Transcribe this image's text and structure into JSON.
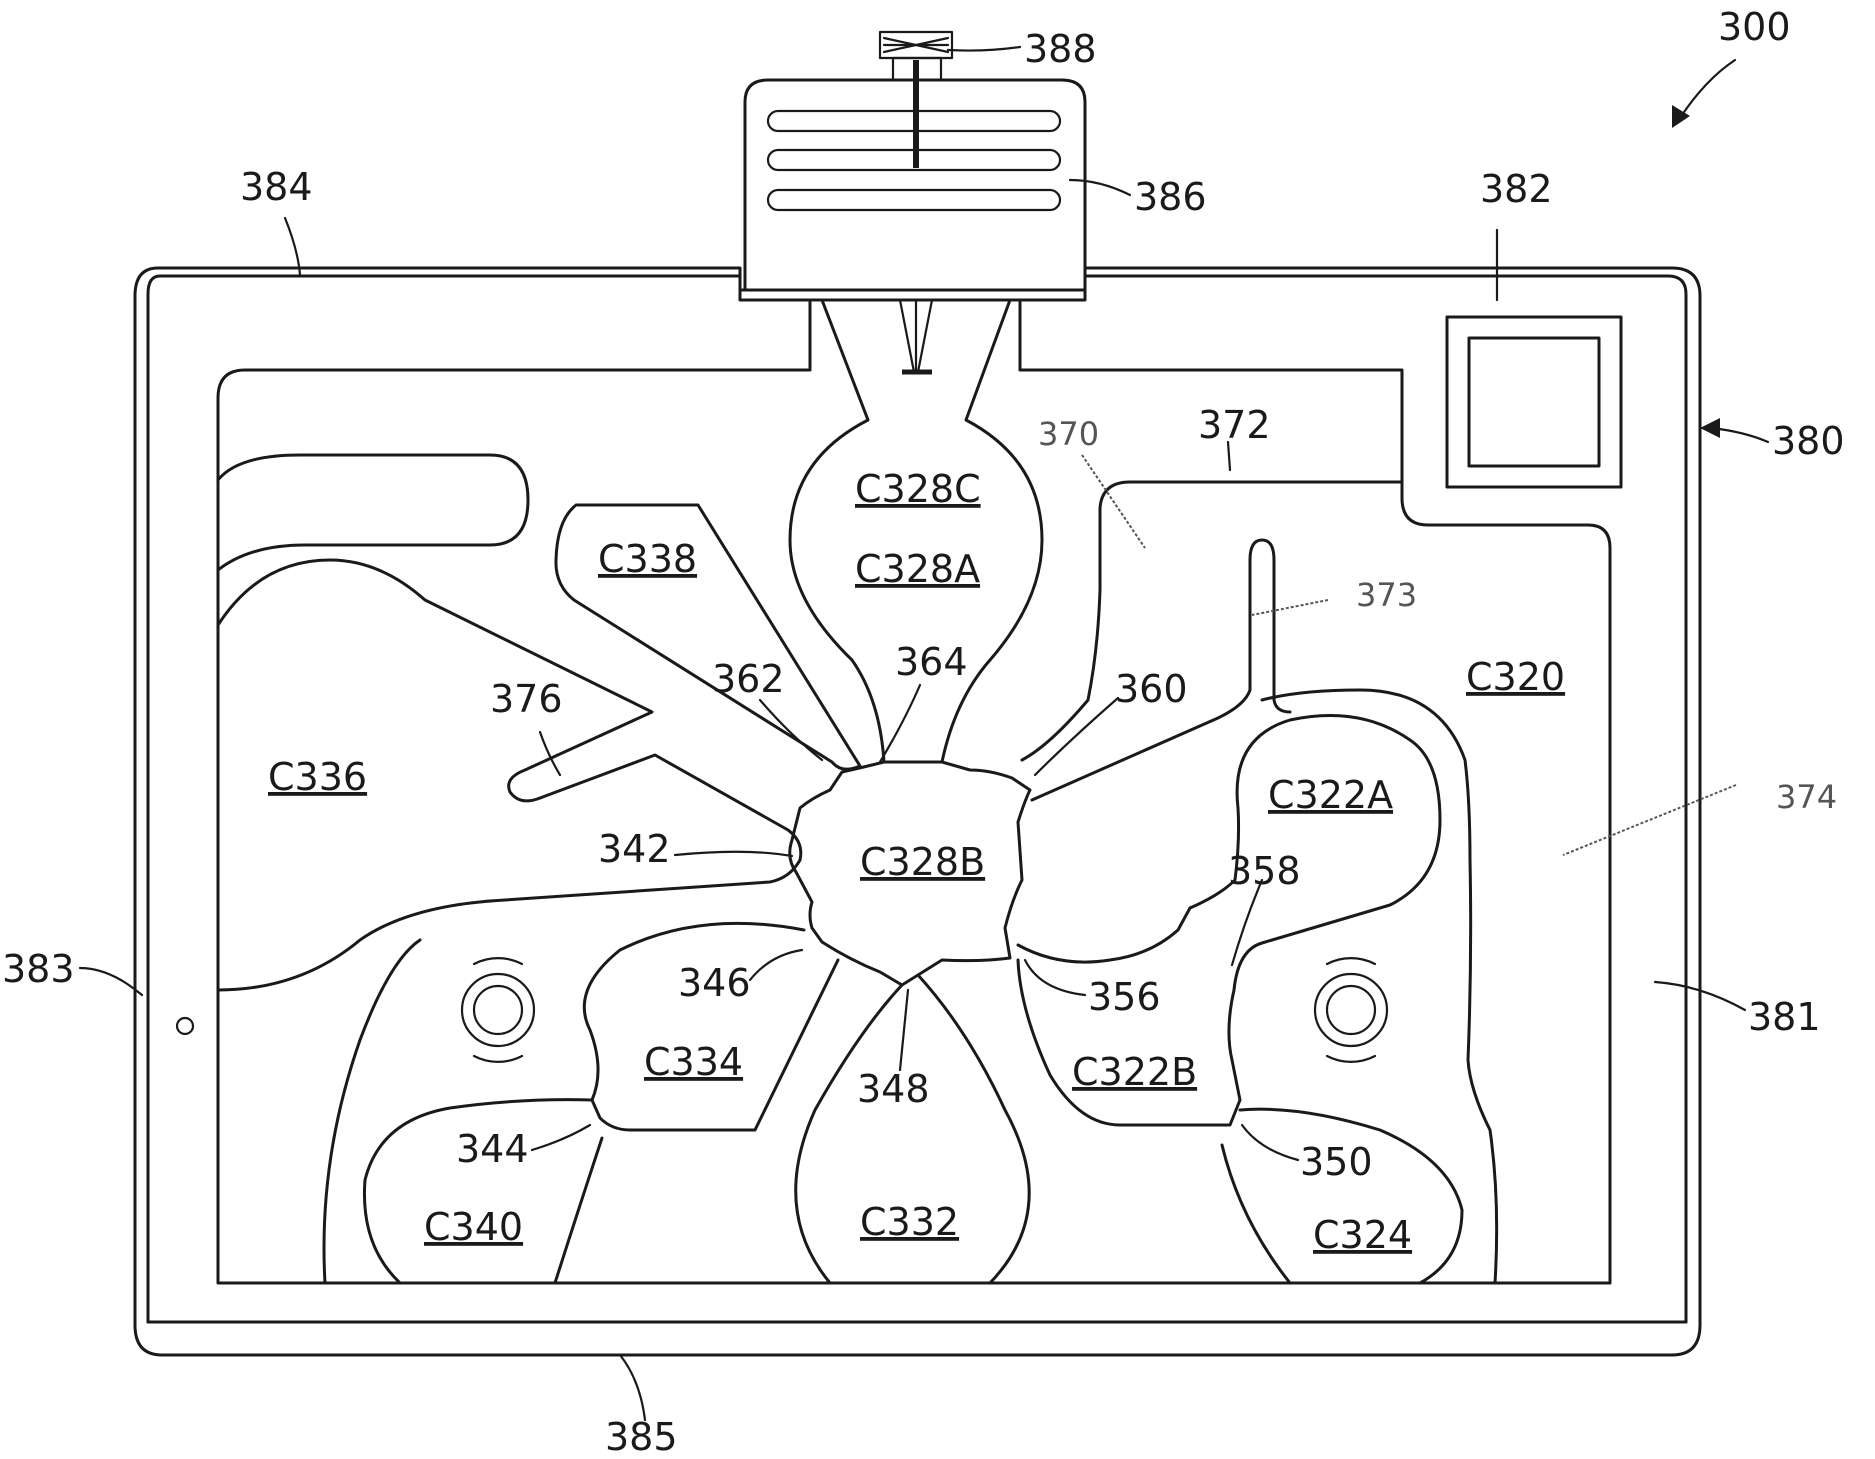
{
  "figure": {
    "number": "300",
    "refs": {
      "r380": "380",
      "r381": "381",
      "r382": "382",
      "r383": "383",
      "r384": "384",
      "r385": "385",
      "r386": "386",
      "r388": "388",
      "r342": "342",
      "r344": "344",
      "r346": "346",
      "r348": "348",
      "r350": "350",
      "r356": "356",
      "r358": "358",
      "r360": "360",
      "r362": "362",
      "r364": "364",
      "r370": "370",
      "r372": "372",
      "r373": "373",
      "r374": "374",
      "r376": "376"
    },
    "chambers": {
      "C320": "C320",
      "C322A": "C322A",
      "C322B": "C322B",
      "C324": "C324",
      "C328A": "C328A",
      "C328B": "C328B",
      "C328C": "C328C",
      "C332": "C332",
      "C334": "C334",
      "C336": "C336",
      "C338": "C338",
      "C340": "C340"
    }
  }
}
